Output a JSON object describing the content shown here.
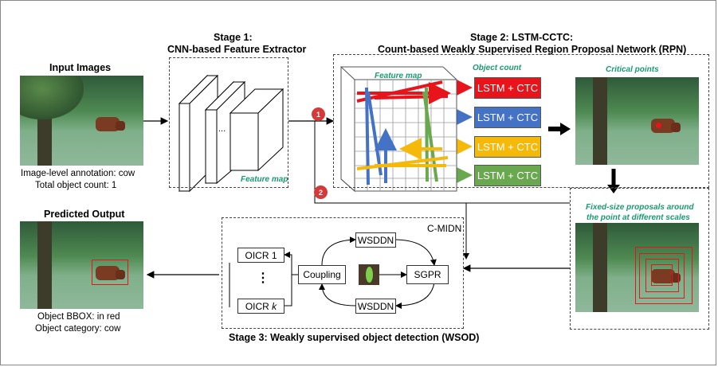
{
  "stage1": {
    "title_line1": "Stage 1:",
    "title_line2": "CNN-based Feature Extractor",
    "feature_map_label": "Feature map",
    "ellipsis": "..."
  },
  "stage2": {
    "title_line1": "Stage 2: LSTM-CCTC:",
    "title_line2": "Count-based Weakly Supervised Region Proposal Network (RPN)",
    "feature_map_label": "Feature map",
    "object_count_label": "Object count",
    "lstm_boxes": [
      {
        "label": "LSTM + CTC",
        "color": "#e8141b"
      },
      {
        "label": "LSTM + CTC",
        "color": "#4472c4"
      },
      {
        "label": "LSTM + CTC",
        "color": "#f5b90a"
      },
      {
        "label": "LSTM + CTC",
        "color": "#6aa84f"
      }
    ],
    "critical_points_label": "Critical points",
    "proposals_label_line1": "Fixed-size proposals around",
    "proposals_label_line2": "the point at different scales"
  },
  "input": {
    "title": "Input Images",
    "caption_line1": "Image-level annotation: cow",
    "caption_line2": "Total object count: 1"
  },
  "output": {
    "title": "Predicted Output",
    "caption_line1": "Object BBOX: in red",
    "caption_line2": "Object category: cow"
  },
  "stage3": {
    "title": "Stage 3: Weakly supervised object detection (WSOD)",
    "cmidn_label": "C-MIDN",
    "wsddn_top": "WSDDN",
    "wsddn_bottom": "WSDDN",
    "coupling": "Coupling",
    "sgpr": "SGPR",
    "oicr_1": "OICR 1",
    "oicr_k_prefix": "OICR",
    "oicr_k_suffix": "k",
    "vdots": "⋮"
  },
  "badges": [
    "1",
    "2"
  ],
  "colors": {
    "red": "#e8141b",
    "blue": "#4472c4",
    "yellow": "#f5b90a",
    "green": "#6aa84f",
    "label_green": "#1a9a72",
    "badge": "#d43a3a"
  }
}
